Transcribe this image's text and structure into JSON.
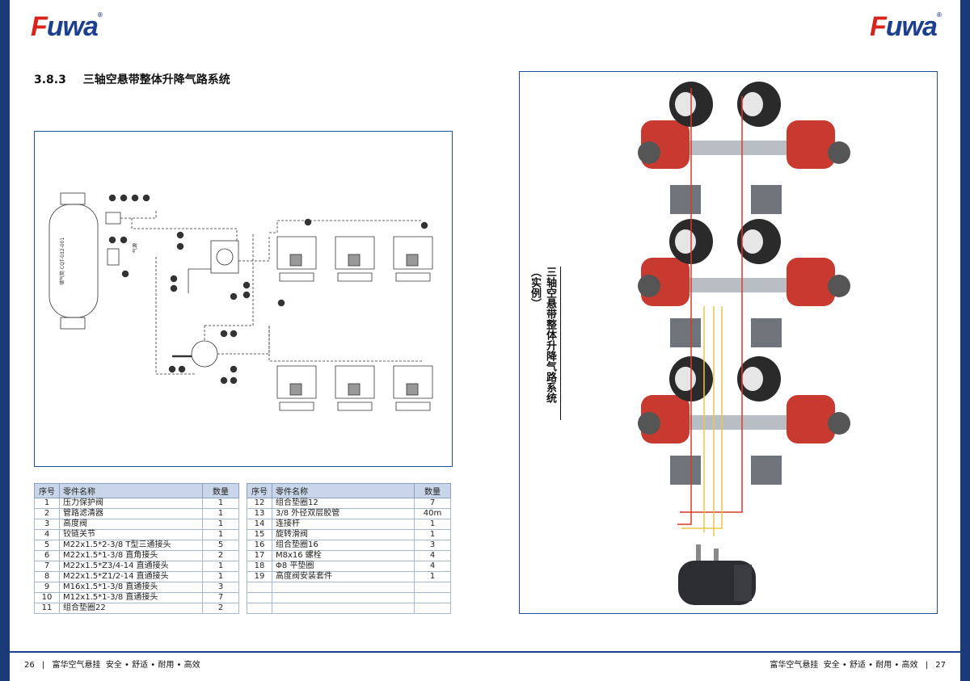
{
  "brand": {
    "name": "Fuwa",
    "mark": "®"
  },
  "section": {
    "number": "3.8.3",
    "title": "三轴空悬带整体升降气路系统"
  },
  "photo_caption": "三轴空悬带整体升降气路系统（实例）",
  "diagram": {
    "tank_label": "储气筒  CQT-032-001",
    "air_label": "气源"
  },
  "table_headers": {
    "no": "序号",
    "name": "零件名称",
    "qty": "数量"
  },
  "parts_left": [
    {
      "no": "1",
      "name": "压力保护阀",
      "qty": "1"
    },
    {
      "no": "2",
      "name": "管路滤清器",
      "qty": "1"
    },
    {
      "no": "3",
      "name": "高度阀",
      "qty": "1"
    },
    {
      "no": "4",
      "name": "铰链关节",
      "qty": "1"
    },
    {
      "no": "5",
      "name": "M22x1.5*2-3/8 T型三通接头",
      "qty": "5"
    },
    {
      "no": "6",
      "name": "M22x1.5*1-3/8 直角接头",
      "qty": "2"
    },
    {
      "no": "7",
      "name": "M22x1.5*Z3/4-14 直通接头",
      "qty": "1"
    },
    {
      "no": "8",
      "name": "M22x1.5*Z1/2-14 直通接头",
      "qty": "1"
    },
    {
      "no": "9",
      "name": "M16x1.5*1-3/8 直通接头",
      "qty": "3"
    },
    {
      "no": "10",
      "name": "M12x1.5*1-3/8 直通接头",
      "qty": "7"
    },
    {
      "no": "11",
      "name": "组合垫圈22",
      "qty": "2"
    }
  ],
  "parts_right": [
    {
      "no": "12",
      "name": "组合垫圈12",
      "qty": "7"
    },
    {
      "no": "13",
      "name": "3/8 外径双层胶管",
      "qty": "40m"
    },
    {
      "no": "14",
      "name": "连接杆",
      "qty": "1"
    },
    {
      "no": "15",
      "name": "旋转滑阀",
      "qty": "1"
    },
    {
      "no": "16",
      "name": "组合垫圈16",
      "qty": "3"
    },
    {
      "no": "17",
      "name": "M8x16 螺栓",
      "qty": "4"
    },
    {
      "no": "18",
      "name": "Φ8 平垫圈",
      "qty": "4"
    },
    {
      "no": "19",
      "name": "高度阀安装套件",
      "qty": "1"
    },
    {
      "no": "",
      "name": "",
      "qty": ""
    },
    {
      "no": "",
      "name": "",
      "qty": ""
    },
    {
      "no": "",
      "name": "",
      "qty": ""
    }
  ],
  "footer": {
    "left_page": "26",
    "right_page": "27",
    "company": "富华空气悬挂",
    "slogan": "安全 • 舒适 • 耐用 • 高效",
    "separator": "|"
  },
  "colors": {
    "brand_blue": "#1d3f8f",
    "brand_red": "#d9241b",
    "table_header": "#c9d6ea"
  }
}
